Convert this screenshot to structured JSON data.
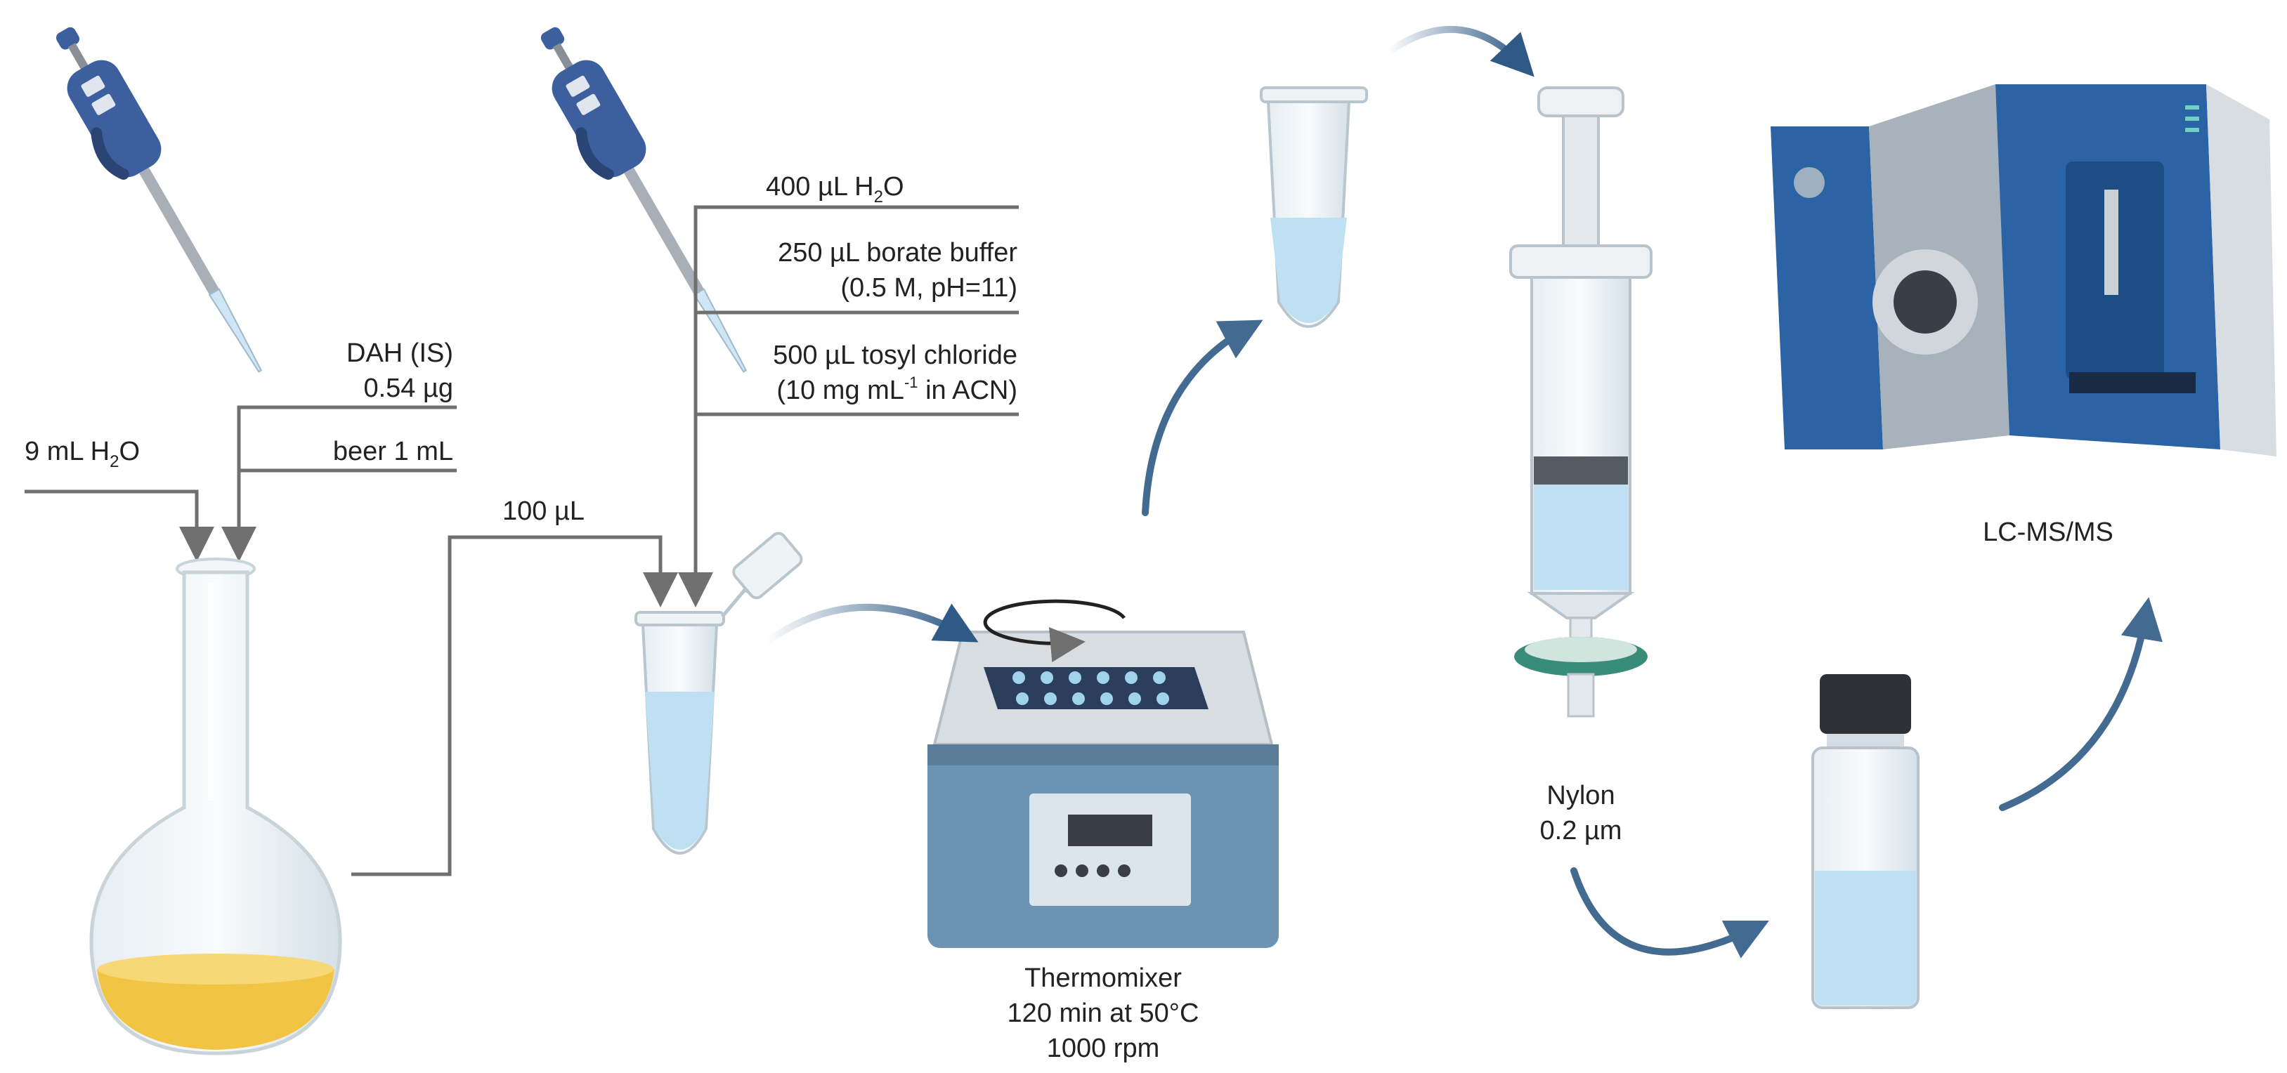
{
  "labels": {
    "water_9ml": "9 mL H",
    "water_9ml_sub": "2",
    "water_9ml_end": "O",
    "dah_line1": "DAH (IS)",
    "dah_line2": "0.54 µg",
    "beer": "beer 1 mL",
    "transfer_100ul": "100 µL",
    "water_400_a": "400 µL H",
    "water_400_sub": "2",
    "water_400_b": "O",
    "borate_line1": "250 µL borate buffer",
    "borate_line2": "(0.5 M, pH=11)",
    "tosyl_line1": "500 µL tosyl chloride",
    "tosyl_line2_a": "(10 mg mL",
    "tosyl_line2_sup": "-1",
    "tosyl_line2_b": " in ACN)",
    "thermo_line1": "Thermomixer",
    "thermo_line2": "120 min at 50°C",
    "thermo_line3": "1000 rpm",
    "filter_line1": "Nylon",
    "filter_line2": "0.2 µm",
    "instrument": "LC-MS/MS"
  },
  "colors": {
    "line_gray": "#6f6f6f",
    "arrow_blue": "#2f5a86",
    "pipette_blue": "#3d5f9e",
    "liquid_blue": "#bfe0f3",
    "beer_yellow": "#f2c443",
    "device_blue": "#6d93b3",
    "instrument_blue": "#2c63a5",
    "filter_green": "#3a8c7a"
  },
  "icons": [
    "pipette-icon",
    "volumetric-flask-icon",
    "microtube-icon",
    "thermomixer-icon",
    "syringe-icon",
    "syringe-filter-icon",
    "hplc-vial-icon",
    "lc-ms-instrument-icon"
  ]
}
